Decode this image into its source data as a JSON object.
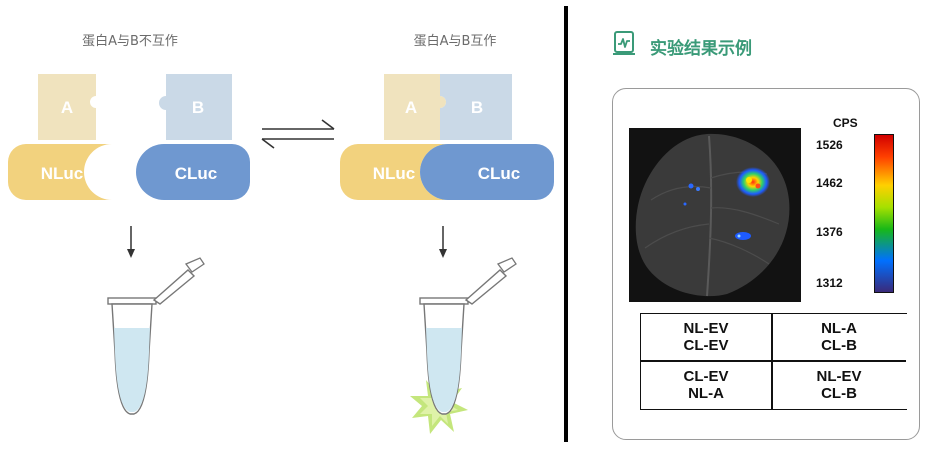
{
  "left_panel": {
    "caption_no_interaction": "蛋白A与B不互作",
    "caption_interaction": "蛋白A与B互作",
    "protein_a": "A",
    "protein_b": "B",
    "nluc": "NLuc",
    "cluc": "CLuc"
  },
  "right_panel": {
    "title": "实验结果示例",
    "colorbar": {
      "title": "CPS",
      "ticks": [
        "1526",
        "1462",
        "1376",
        "1312"
      ]
    },
    "table": [
      [
        "NL-EV",
        "CL-EV"
      ],
      [
        "NL-A",
        "CL-B"
      ],
      [
        "CL-EV",
        "NL-A"
      ],
      [
        "NL-EV",
        "CL-B"
      ]
    ]
  },
  "colors": {
    "puzzle_a": "#f0e3be",
    "puzzle_b": "#cad9e7",
    "nluc": "#f2d27e",
    "cluc": "#6f98d0",
    "accent_green": "#3a9a78",
    "divider": "#000000"
  }
}
